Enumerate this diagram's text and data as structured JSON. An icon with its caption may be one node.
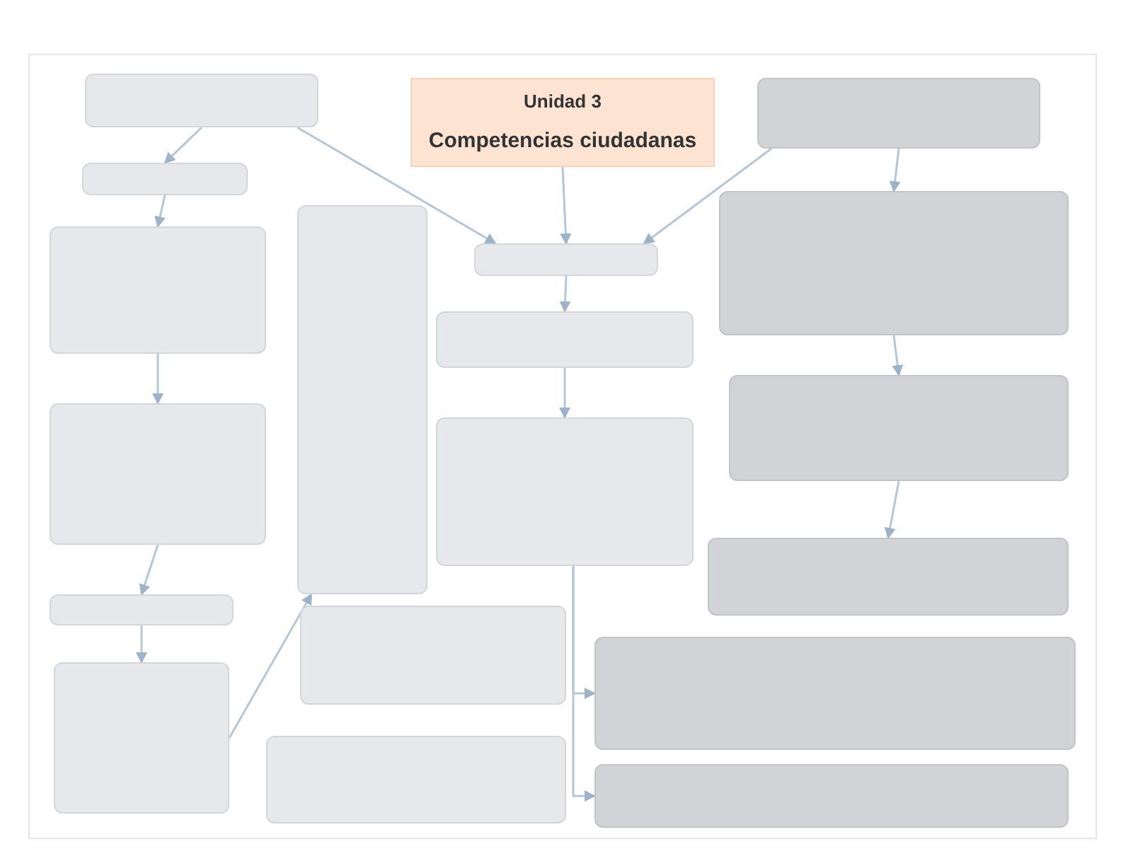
{
  "diagram": {
    "nodes": [
      {
        "text": [
          "Unidad 3",
          "Competencias ciudadanas"
        ]
      },
      {
        "text": [],
        "shape": "box"
      },
      {
        "text": [],
        "shape": "box"
      },
      {
        "text": [],
        "shape": "box"
      },
      {
        "text": [],
        "shape": "box"
      },
      {
        "text": [],
        "shape": "box"
      },
      {
        "text": [],
        "shape": "box"
      },
      {
        "text": [],
        "shape": "box"
      },
      {
        "text": [],
        "shape": "box"
      },
      {
        "text": [],
        "shape": "box"
      },
      {
        "text": [],
        "shape": "box"
      },
      {
        "text": [],
        "shape": "box"
      },
      {
        "text": [],
        "shape": "box"
      },
      {
        "text": [],
        "shape": "box"
      },
      {
        "text": [],
        "shape": "box"
      },
      {
        "text": [],
        "shape": "box"
      },
      {
        "text": [],
        "shape": "box"
      },
      {
        "text": [],
        "shape": "box"
      },
      {
        "text": [],
        "shape": "box"
      }
    ],
    "edges": [
      {
        "from": 1,
        "to": 2,
        "arrow": "to"
      },
      {
        "from": 2,
        "to": 3,
        "arrow": "to"
      },
      {
        "from": 3,
        "to": 4,
        "arrow": "to"
      },
      {
        "from": 4,
        "to": 5,
        "arrow": "to"
      },
      {
        "from": 5,
        "to": 6,
        "arrow": "to"
      },
      {
        "from": 1,
        "to": 8,
        "arrow": "to"
      },
      {
        "from": 0,
        "to": 8,
        "arrow": "to"
      },
      {
        "from": 13,
        "to": 8,
        "arrow": "to"
      },
      {
        "from": 8,
        "to": 9,
        "arrow": "to"
      },
      {
        "from": 9,
        "to": 10,
        "arrow": "to"
      },
      {
        "from": 13,
        "to": 14,
        "arrow": "to"
      },
      {
        "from": 14,
        "to": 15,
        "arrow": "to"
      },
      {
        "from": 15,
        "to": 16,
        "arrow": "to"
      },
      {
        "from": 6,
        "to": 7,
        "arrow": "to"
      },
      {
        "from": 10,
        "to": 17,
        "arrow": "to"
      },
      {
        "from": 10,
        "to": 18,
        "arrow": "to"
      }
    ]
  }
}
